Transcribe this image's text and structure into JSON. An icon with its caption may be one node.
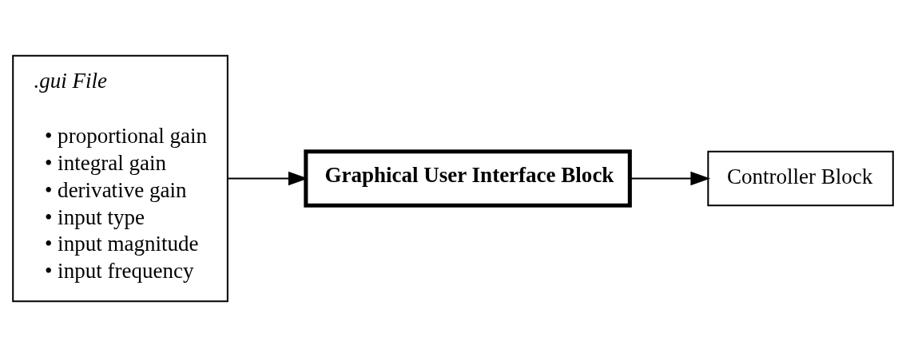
{
  "diagram": {
    "nodes": [
      {
        "text": [
          ".gui File",
          "• proportional gain",
          "• integral gain",
          "• derivative gain",
          "• input type",
          "• input magnitude",
          "• input frequency"
        ]
      },
      {
        "text": [
          "Graphical User Interface Block"
        ]
      },
      {
        "text": [
          "Controller Block"
        ]
      }
    ],
    "edges": [
      {
        "from": 0,
        "to": 1,
        "arrow": "to"
      },
      {
        "from": 1,
        "to": 2,
        "arrow": "to"
      }
    ]
  }
}
